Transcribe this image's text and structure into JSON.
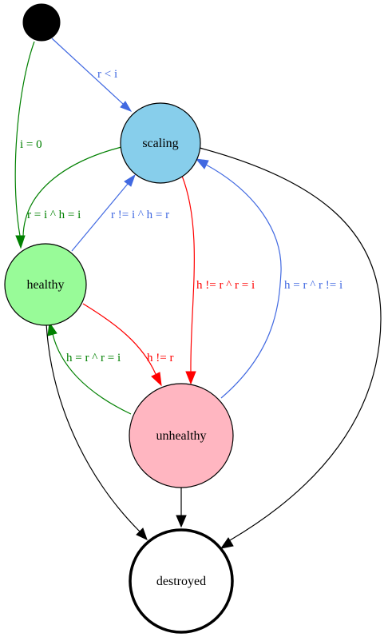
{
  "colors": {
    "green": "#008000",
    "blue": "#4169e1",
    "red": "#ff0000",
    "black": "#000000",
    "scaling_fill": "#87ceeb",
    "healthy_fill": "#98fb98",
    "unhealthy_fill": "#ffb6c1",
    "destroyed_fill": "#ffffff"
  },
  "nodes": {
    "initial": {
      "label": ""
    },
    "scaling": {
      "label": "scaling"
    },
    "healthy": {
      "label": "healthy"
    },
    "unhealthy": {
      "label": "unhealthy"
    },
    "destroyed": {
      "label": "destroyed"
    }
  },
  "edges": {
    "initial_to_scaling": {
      "label": "r < i"
    },
    "initial_to_healthy": {
      "label": "i = 0"
    },
    "scaling_to_healthy": {
      "label": "r = i ^ h = i"
    },
    "healthy_to_scaling": {
      "label": "r != i ^ h = r"
    },
    "scaling_to_unhealthy": {
      "label": "h != r ^ r = i"
    },
    "unhealthy_to_scaling": {
      "label": "h = r ^ r != i"
    },
    "healthy_to_unhealthy": {
      "label": "h != r"
    },
    "unhealthy_to_healthy": {
      "label": "h = r ^ r = i"
    },
    "scaling_to_destroyed": {
      "label": ""
    },
    "healthy_to_destroyed": {
      "label": ""
    },
    "unhealthy_to_destroyed": {
      "label": ""
    }
  }
}
